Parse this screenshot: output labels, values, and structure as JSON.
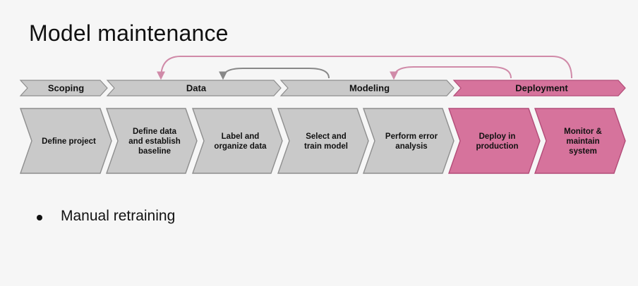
{
  "slide": {
    "title": "Model maintenance"
  },
  "colors": {
    "gray_fill": "#c9c9c9",
    "gray_stroke": "#8e8e8e",
    "pink_fill": "#d6739c",
    "pink_stroke": "#b24c78",
    "arrow_pink": "#d08aa8",
    "arrow_gray": "#888888"
  },
  "phases": [
    {
      "label": "Scoping",
      "highlighted": false
    },
    {
      "label": "Data",
      "highlighted": false
    },
    {
      "label": "Modeling",
      "highlighted": false
    },
    {
      "label": "Deployment",
      "highlighted": true
    }
  ],
  "steps": [
    {
      "lines": [
        "Define project"
      ],
      "highlighted": false
    },
    {
      "lines": [
        "Define data",
        "and establish",
        "baseline"
      ],
      "highlighted": false
    },
    {
      "lines": [
        "Label and",
        "organize data"
      ],
      "highlighted": false
    },
    {
      "lines": [
        "Select and",
        "train model"
      ],
      "highlighted": false
    },
    {
      "lines": [
        "Perform error",
        "analysis"
      ],
      "highlighted": false
    },
    {
      "lines": [
        "Deploy in",
        "production"
      ],
      "highlighted": true
    },
    {
      "lines": [
        "Monitor &",
        "maintain",
        "system"
      ],
      "highlighted": true
    }
  ],
  "feedback_arrows": [
    {
      "from": "Deployment",
      "to": "Data",
      "color": "pink"
    },
    {
      "from": "Modeling",
      "to": "Data",
      "color": "gray"
    },
    {
      "from": "Deployment",
      "to": "Modeling",
      "color": "pink"
    }
  ],
  "bullets": [
    "Manual retraining"
  ]
}
